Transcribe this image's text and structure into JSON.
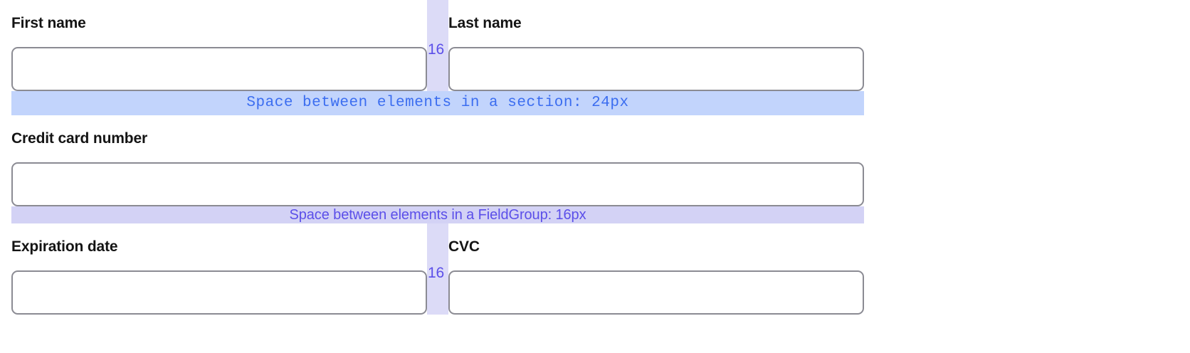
{
  "form": {
    "rows": [
      {
        "id": "name-row",
        "type": "pair",
        "left": {
          "name": "first-name",
          "label": "First name",
          "value": "",
          "placeholder": ""
        },
        "right": {
          "name": "last-name",
          "label": "Last name",
          "value": "",
          "placeholder": ""
        },
        "gap_label": "16"
      },
      {
        "id": "card-row",
        "type": "full",
        "field": {
          "name": "credit-card-number",
          "label": "Credit card number",
          "value": "",
          "placeholder": ""
        }
      },
      {
        "id": "expiry-row",
        "type": "pair",
        "left": {
          "name": "expiration-date",
          "label": "Expiration date",
          "value": "",
          "placeholder": ""
        },
        "right": {
          "name": "cvc",
          "label": "CVC",
          "value": "",
          "placeholder": ""
        },
        "gap_label": "16"
      }
    ]
  },
  "annotations": {
    "section_gap": {
      "text": "Space between elements in a section: 24px",
      "value": "24px",
      "background": "#c2d4fc",
      "color": "#3b6df0"
    },
    "fieldgroup_gap": {
      "text": "Space between elements in a FieldGroup: 16px",
      "value": "16px",
      "background": "#d3d2f5",
      "color": "#5b4fe9"
    },
    "column_gap": {
      "value": "16",
      "background": "#dcdbf7",
      "color": "#5b4fe9"
    }
  },
  "colors": {
    "label": "#141414",
    "input_border": "#8b8b93",
    "page_background": "#ffffff"
  }
}
